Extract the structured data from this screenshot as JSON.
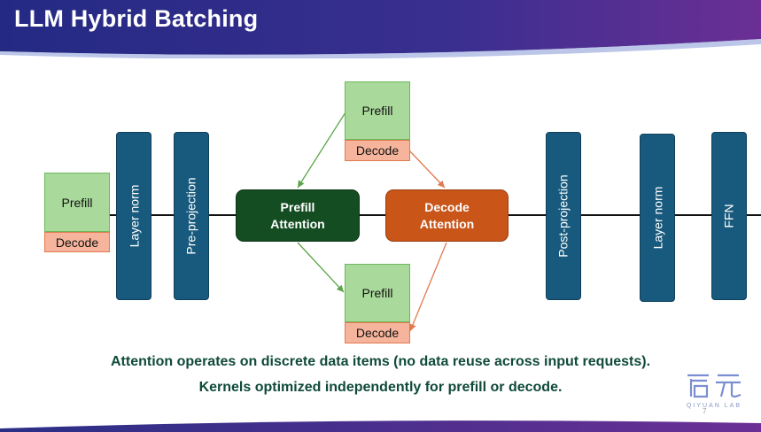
{
  "slide": {
    "title": "LLM Hybrid Batching",
    "page_number": "7"
  },
  "diagram": {
    "input": {
      "prefill": "Prefill",
      "decode": "Decode"
    },
    "layer_norm_1": "Layer norm",
    "pre_projection": "Pre-projection",
    "top_pair": {
      "prefill": "Prefill",
      "decode": "Decode"
    },
    "prefill_attention": {
      "line1": "Prefill",
      "line2": "Attention"
    },
    "decode_attention": {
      "line1": "Decode",
      "line2": "Attention"
    },
    "bottom_pair": {
      "prefill": "Prefill",
      "decode": "Decode"
    },
    "post_projection": "Post-projection",
    "layer_norm_2": "Layer norm",
    "ffn": "FFN"
  },
  "captions": {
    "line1": "Attention operates on discrete data items (no data reuse across input requests).",
    "line2": "Kernels optimized independently for prefill or decode."
  },
  "logo": {
    "text": "QIYUAN LAB"
  },
  "colors": {
    "banner_start": "#2b2f88",
    "banner_end": "#6a2f95",
    "prefill_green": "#a9d99b",
    "decode_salmon": "#f5b49b",
    "bar_blue": "#185a7d",
    "prefill_attention": "#154d23",
    "decode_attention": "#c95519"
  }
}
